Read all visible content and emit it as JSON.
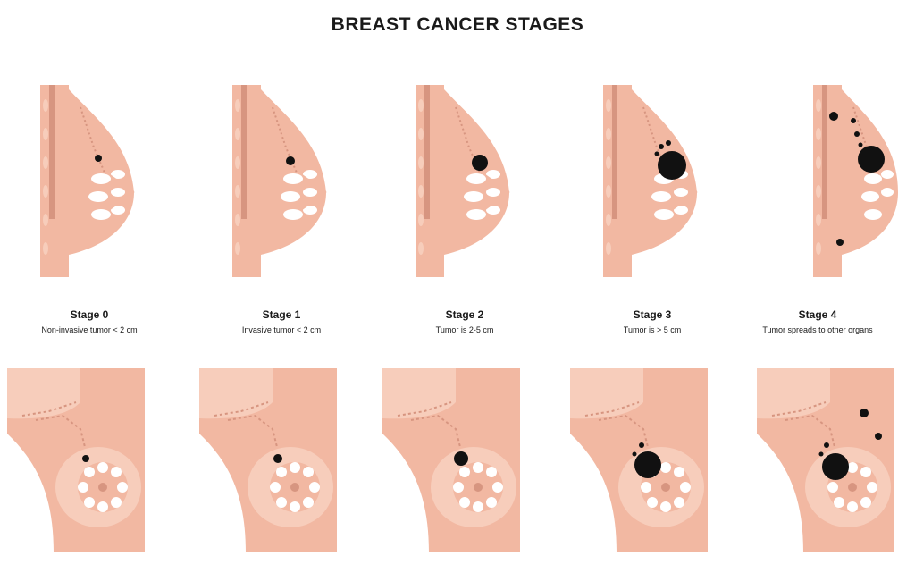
{
  "title": "BREAST CANCER STAGES",
  "colors": {
    "skin": "#f2b8a2",
    "skin_light": "#f7cdbb",
    "skin_dark": "#d79580",
    "lobule": "#ffffff",
    "tumor": "#111111"
  },
  "stages": [
    {
      "label": "Stage 0",
      "description": "Non-invasive tumor < 2 cm"
    },
    {
      "label": "Stage 1",
      "description": "Invasive tumor < 2 cm"
    },
    {
      "label": "Stage 2",
      "description": "Tumor is 2-5 cm"
    },
    {
      "label": "Stage 3",
      "description": "Tumor is > 5 cm"
    },
    {
      "label": "Stage 4",
      "description": "Tumor spreads to other organs"
    }
  ]
}
